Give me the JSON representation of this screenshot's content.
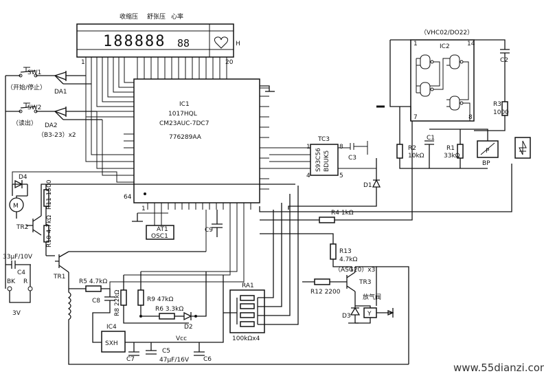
{
  "display": {
    "header": [
      "收缩压",
      "舒张压",
      "心率"
    ],
    "digits": "188888",
    "digits_small": "88",
    "h_label": "H",
    "pin_left": "1",
    "pin_right": "20",
    "heart_icon": "heart-icon"
  },
  "ic1": {
    "name": "IC1",
    "line1": "1017HQL",
    "line2": "CM23AUC-7DC7",
    "line3": "776289AA",
    "pin64": "64",
    "pin1": "1"
  },
  "switches": {
    "sw1": "SW1",
    "sw1_label": "（开始/停止）",
    "da1": "DA1",
    "sw2": "SW2",
    "sw2_label": "（读出）",
    "da2": "DA2",
    "da_part": "（B3-23）x2"
  },
  "tc3": {
    "name": "TC3",
    "text": "S93C56",
    "text2": "BDUK5",
    "pin1": "1",
    "pin4": "4",
    "pin5": "5",
    "pin8": "8",
    "c3": "C3"
  },
  "ic2": {
    "part": "（VHC02/DO22）",
    "name": "IC2",
    "pin1": "1",
    "pin14": "14",
    "pin7": "7",
    "pin8": "8",
    "c2": "C2",
    "r3": "R3",
    "r3v": "1000"
  },
  "bridge": {
    "r2": "R2",
    "r2v": "10kΩ",
    "c1": "C1",
    "r1": "R1",
    "r1v": "33kΩ",
    "bp": "BP",
    "p": "P"
  },
  "left": {
    "d4": "D4",
    "motor": "M",
    "tr2": "TR2",
    "r11": "R11  1500",
    "r10": "R10  4.7kΩ",
    "c4v": "33μF/10V",
    "c4": "C4",
    "bk": "BK",
    "r": "R",
    "v3": "3V",
    "tr1": "TR1"
  },
  "lower": {
    "r5": "R5  4.7kΩ",
    "c8": "C8",
    "r8": "R8  22kΩ",
    "r9": "R9  47kΩ",
    "r6": "R6  3.3kΩ",
    "d2": "D2",
    "ic4": "IC4",
    "sxh": "SXH",
    "vcc": "Vcc",
    "c7": "C7",
    "c5": "C5",
    "c5v": "47μF/16V",
    "c6": "C6",
    "at1": "AT1",
    "osc1": "OSC1",
    "c9": "C9",
    "ra1": "RA1",
    "ra1v": "100kΩx4",
    "d1": "D1",
    "r4": "R4  1kΩ",
    "r13": "R13",
    "r13v": "4.7kΩ",
    "asg": "（ASG20）x3",
    "r12": "R12  2200",
    "tr3": "TR3",
    "valve": "放气阀",
    "d3": "D3",
    "y": "Y"
  },
  "watermark": "www.55dianzi.com"
}
